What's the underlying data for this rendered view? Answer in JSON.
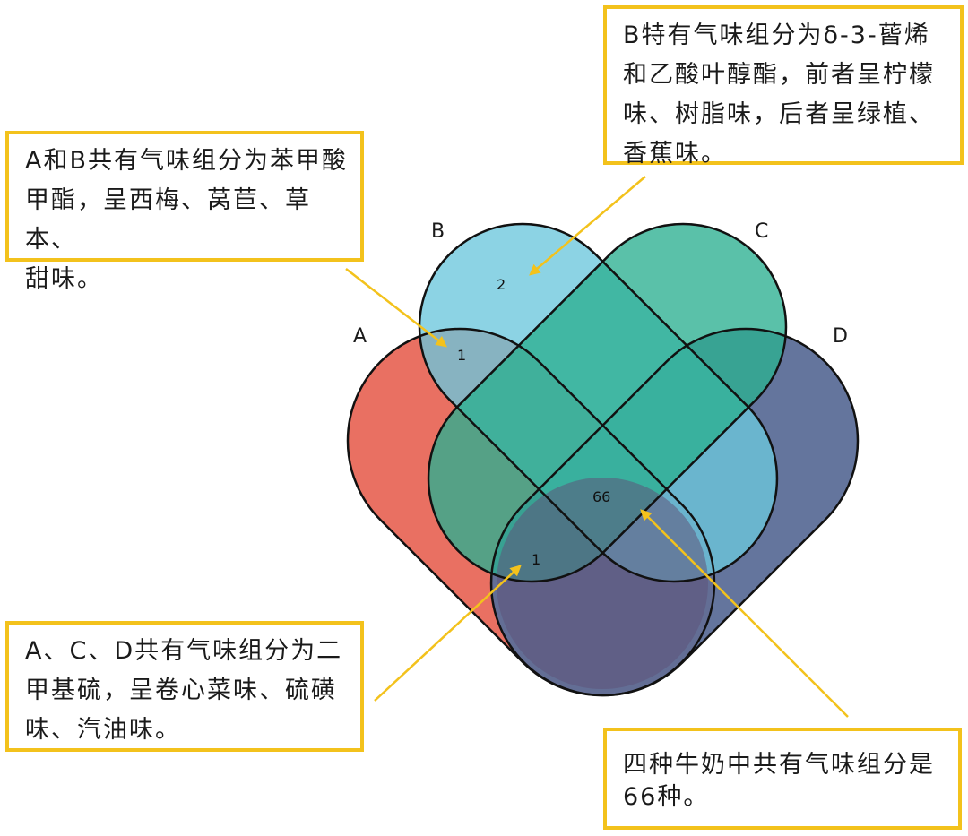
{
  "diagram": {
    "type": "venn",
    "sets": [
      {
        "name": "A",
        "color": "#e8685a"
      },
      {
        "name": "B",
        "color": "#6cc7dd"
      },
      {
        "name": "C",
        "color": "#2bb091"
      },
      {
        "name": "D",
        "color": "#5c6e98"
      }
    ],
    "bottom_region_color": "#5e547a",
    "region_counts": {
      "B_only": "2",
      "A_and_B": "1",
      "A_B_C_D": "66",
      "A_C_D": "1"
    },
    "arrow_color": "#f3c21c"
  },
  "callouts": {
    "b_unique": "B特有气味组分为δ-3-蒈烯\n和乙酸叶醇酯，前者呈柠檬\n味、树脂味，后者呈绿植、\n香蕉味。",
    "a_and_b": "A和B共有气味组分为苯甲酸\n甲酯，呈西梅、莴苣、草本、\n甜味。",
    "a_c_d": "A、C、D共有气味组分为二\n甲基硫，呈卷心菜味、硫磺\n味、汽油味。",
    "all_four": "四种牛奶中共有气味组分是\n66种。"
  }
}
